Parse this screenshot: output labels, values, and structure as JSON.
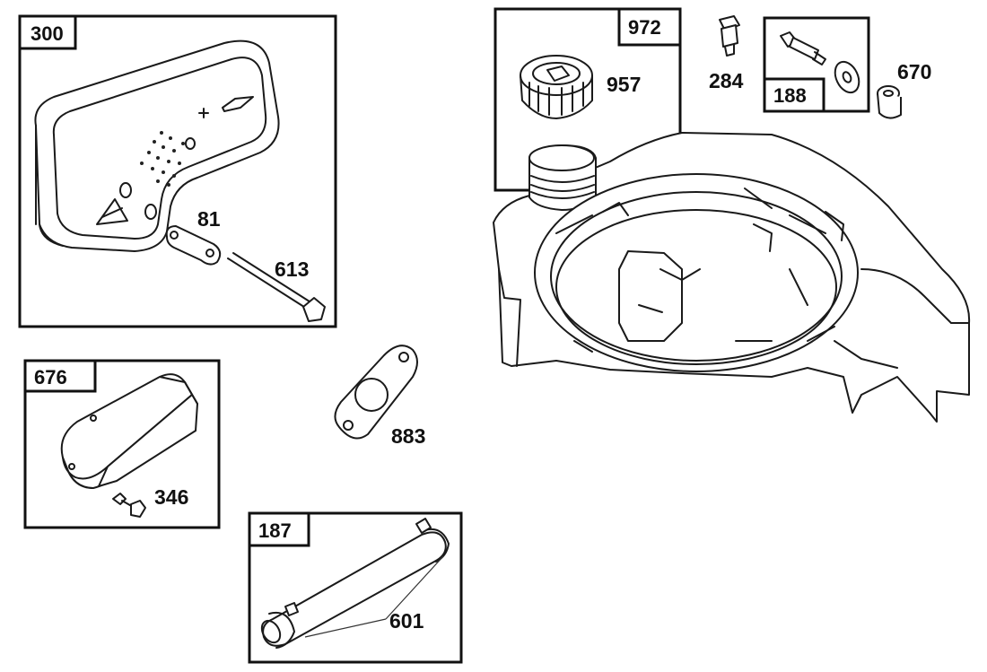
{
  "kits": {
    "muffler_kit": "300",
    "shield_kit": "676",
    "breather_tube_kit": "187",
    "oil_fill_kit": "972",
    "bolt_kit": "188"
  },
  "parts": {
    "muffler_gasket": "81",
    "muffler_bolt": "613",
    "gasket": "883",
    "shield_screw": "346",
    "hose_clamp": "601",
    "oil_cap": "957",
    "screw": "284",
    "spacer": "670"
  }
}
